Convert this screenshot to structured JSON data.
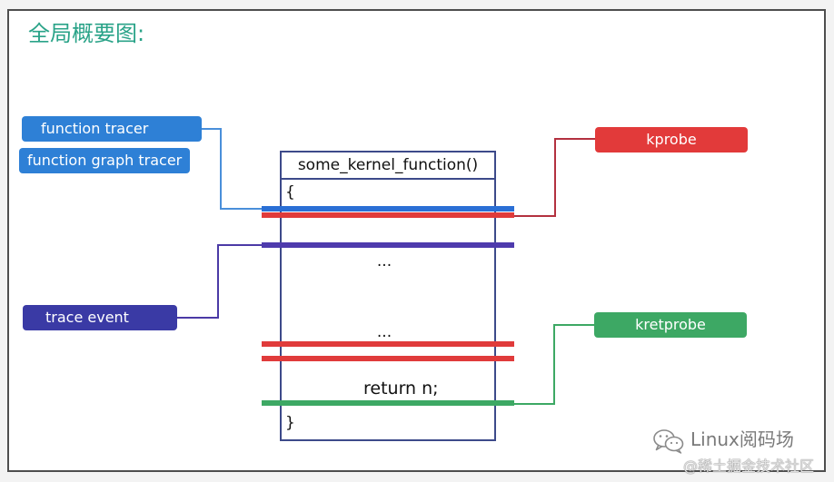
{
  "title": "全局概要图:",
  "tracers": {
    "function_tracer": "function tracer",
    "function_graph_tracer": "function graph tracer",
    "trace_event": "trace event"
  },
  "probes": {
    "kprobe": "kprobe",
    "kretprobe": "kretprobe"
  },
  "kernel_function": {
    "signature": "some_kernel_function()",
    "open_brace": "{",
    "body_ellipsis_1": "...",
    "body_ellipsis_2": "...",
    "return_statement": "return n;",
    "close_brace": "}"
  },
  "watermark": {
    "icon": "wechat-icon",
    "brand": "Linux阅码场",
    "site": "@稀土掘金技术社区"
  },
  "colors": {
    "title": "#2aa388",
    "tracer_blue": "#2e80d6",
    "trace_event_purple": "#3a3aa5",
    "kprobe_red": "#e23a3a",
    "kretprobe_green": "#3da864",
    "function_border": "#3d4a8a",
    "bar_blue": "#2a6fd5",
    "bar_red": "#e03b3b",
    "bar_purple": "#4e3bad",
    "bar_green": "#3da864",
    "line_blue": "#4a8fda",
    "line_purple": "#4b3aa6",
    "line_red": "#b3313f",
    "line_green": "#3da864",
    "watermark": "#7a7a7a"
  }
}
